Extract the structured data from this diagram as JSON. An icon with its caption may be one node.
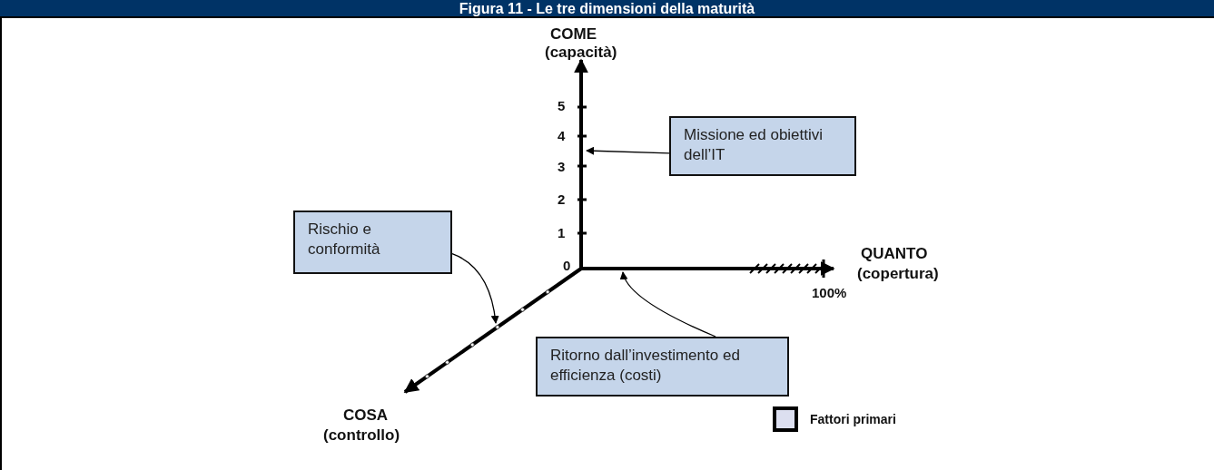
{
  "diagram": {
    "title": "Figura 11 - Le tre dimensioni della maturità",
    "nodes": [
      {
        "text": [
          "Missione ed obiettivi dell’IT"
        ]
      },
      {
        "text": [
          "Rischio e conformità"
        ]
      },
      {
        "text": [
          "Ritorno dall’investimento ed efficienza (costi)"
        ]
      }
    ],
    "edges": [
      {
        "from": 0,
        "to": null,
        "arrow": "to"
      },
      {
        "from": 1,
        "to": null,
        "arrow": "to"
      },
      {
        "from": 2,
        "to": null,
        "arrow": "to"
      }
    ],
    "labels": [
      "COME",
      "(capacità)",
      "5",
      "4",
      "3",
      "2",
      "1",
      "0",
      "QUANTO",
      "(copertura)",
      "100%",
      "COSA",
      "(controllo)"
    ],
    "legend": [
      {
        "text": "Fattori primari",
        "color": "#dcdff0"
      }
    ]
  }
}
